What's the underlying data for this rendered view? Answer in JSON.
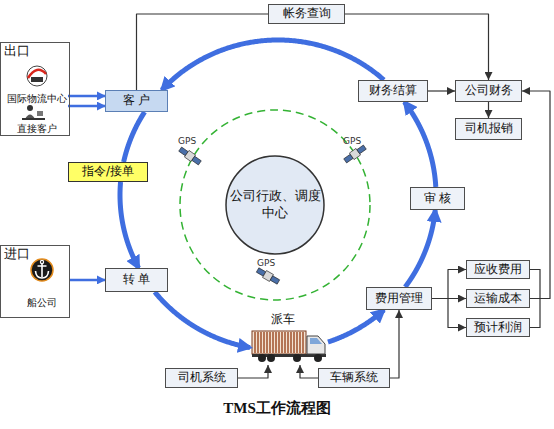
{
  "diagram": {
    "title": "TMS工作流程图",
    "nodes": [
      {
        "text": [
          "出口"
        ]
      },
      {
        "text": [
          "国际物流中心"
        ],
        "in": 0
      },
      {
        "text": [
          "直接客户"
        ],
        "in": 0
      },
      {
        "text": [
          "客 户"
        ]
      },
      {
        "text": [
          "帐务查询"
        ]
      },
      {
        "text": [
          "财务结算"
        ]
      },
      {
        "text": [
          "公司财务"
        ]
      },
      {
        "text": [
          "司机报销"
        ]
      },
      {
        "text": [
          "指令/接单"
        ]
      },
      {
        "text": [
          "公司行政、调度中心"
        ]
      },
      {
        "text": [
          "审 核"
        ]
      },
      {
        "text": [
          "进口"
        ]
      },
      {
        "text": [
          "船公司"
        ],
        "in": 11
      },
      {
        "text": [
          "转 单"
        ]
      },
      {
        "text": [
          "应收费用"
        ]
      },
      {
        "text": [
          "费用管理"
        ]
      },
      {
        "text": [
          "运输成本"
        ]
      },
      {
        "text": [
          "预计利润"
        ]
      },
      {
        "text": [
          "派车"
        ]
      },
      {
        "text": [
          "司机系统"
        ]
      },
      {
        "text": [
          "车辆系统"
        ]
      }
    ],
    "edges": [
      {
        "from": 1,
        "to": 3,
        "arrow": "to"
      },
      {
        "from": 2,
        "to": 3,
        "arrow": "to"
      },
      {
        "from": 3,
        "to": 4,
        "arrow": "none"
      },
      {
        "from": 4,
        "to": 6,
        "arrow": "to"
      },
      {
        "from": 5,
        "to": 6,
        "arrow": "to"
      },
      {
        "from": 6,
        "to": 7,
        "arrow": "to"
      },
      {
        "from": 3,
        "to": 8,
        "arrow": "none"
      },
      {
        "from": 8,
        "to": 13,
        "arrow": "to"
      },
      {
        "from": 12,
        "to": 13,
        "arrow": "to"
      },
      {
        "from": 13,
        "to": 18,
        "arrow": "to"
      },
      {
        "from": 19,
        "to": 18,
        "arrow": "to"
      },
      {
        "from": 20,
        "to": 18,
        "arrow": "to"
      },
      {
        "from": 18,
        "to": 15,
        "arrow": "to"
      },
      {
        "from": 20,
        "to": 15,
        "arrow": "to"
      },
      {
        "from": 15,
        "to": 14,
        "arrow": "to"
      },
      {
        "from": 15,
        "to": 16,
        "arrow": "to"
      },
      {
        "from": 15,
        "to": 17,
        "arrow": "to"
      },
      {
        "from": 16,
        "to": 6,
        "arrow": "to"
      },
      {
        "from": 15,
        "to": 10,
        "arrow": "to"
      },
      {
        "from": 10,
        "to": 5,
        "arrow": "to"
      },
      {
        "from": 5,
        "to": 3,
        "arrow": "to"
      }
    ],
    "labels": [
      "GPS",
      "GPS",
      "GPS"
    ]
  }
}
